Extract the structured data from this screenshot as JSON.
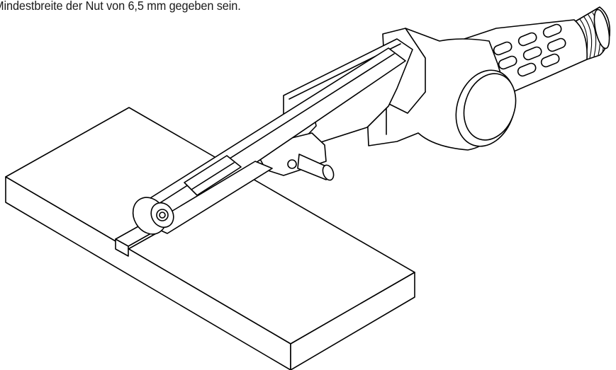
{
  "caption": "Mindestbreite der Nut von 6,5 mm gegeben sein.",
  "colors": {
    "ink": "#000000",
    "text": "#1a1a1a",
    "background": "#ffffff"
  },
  "icons": [
    "belt-sander-illustration",
    "workpiece-block-illustration"
  ]
}
